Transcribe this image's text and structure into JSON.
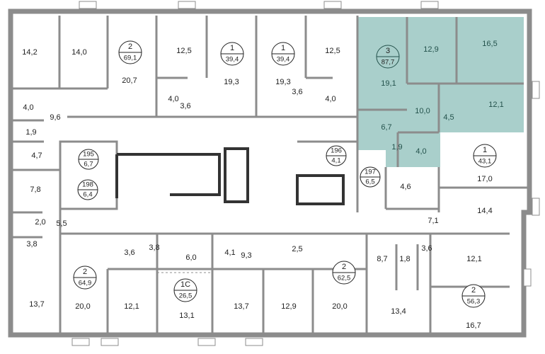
{
  "colors": {
    "highlight": "#a9cfcb",
    "wall": "#8c8c8c",
    "text": "#222222"
  },
  "apartments": {
    "a1": {
      "rooms": "2",
      "area": "69,1"
    },
    "a2": {
      "rooms": "1",
      "area": "39,4"
    },
    "a3": {
      "rooms": "1",
      "area": "39,4"
    },
    "a4": {
      "rooms": "3",
      "area": "87,7"
    },
    "a5": {
      "rooms": "1",
      "area": "43,1"
    },
    "a6": {
      "rooms": "2",
      "area": "64,9"
    },
    "a7": {
      "rooms": "1С",
      "area": "26,5"
    },
    "a8": {
      "rooms": "2",
      "area": "62,5"
    },
    "a9": {
      "rooms": "2",
      "area": "56,3"
    }
  },
  "storage": {
    "s195": {
      "num": "195",
      "area": "6,7"
    },
    "s196": {
      "num": "196",
      "area": "4,1"
    },
    "s197": {
      "num": "197",
      "area": "6,5"
    },
    "s198": {
      "num": "198",
      "area": "6,4"
    }
  },
  "rooms": {
    "r1": "14,2",
    "r2": "14,0",
    "r3": "20,7",
    "r4": "12,5",
    "r5": "19,3",
    "r6": "4,0",
    "r7": "3,6",
    "r8": "19,3",
    "r9": "12,5",
    "r10": "3,6",
    "r11": "4,0",
    "r12": "4,0",
    "r13": "9,6",
    "r14": "1,9",
    "r15": "4,7",
    "r16": "7,8",
    "r17": "2,0",
    "r18": "5,5",
    "r19": "3,8",
    "t1": "12,9",
    "t2": "16,5",
    "t3": "19,1",
    "t4": "10,0",
    "t5": "4,5",
    "t6": "12,1",
    "t7": "6,7",
    "t8": "1,9",
    "t9": "4,0",
    "r20": "17,0",
    "r21": "4,6",
    "r22": "14,4",
    "r23": "7,1",
    "r24": "3,6",
    "r25": "3,8",
    "r26": "6,0",
    "r27": "4,1",
    "r28": "9,3",
    "r29": "2,5",
    "r30": "8,7",
    "r31": "1,8",
    "r32": "3,6",
    "r33": "12,1",
    "r34": "13,7",
    "r35": "20,0",
    "r36": "12,1",
    "r37": "13,1",
    "r38": "13,7",
    "r39": "12,9",
    "r40": "20,0",
    "r41": "13,4",
    "r42": "16,7"
  }
}
